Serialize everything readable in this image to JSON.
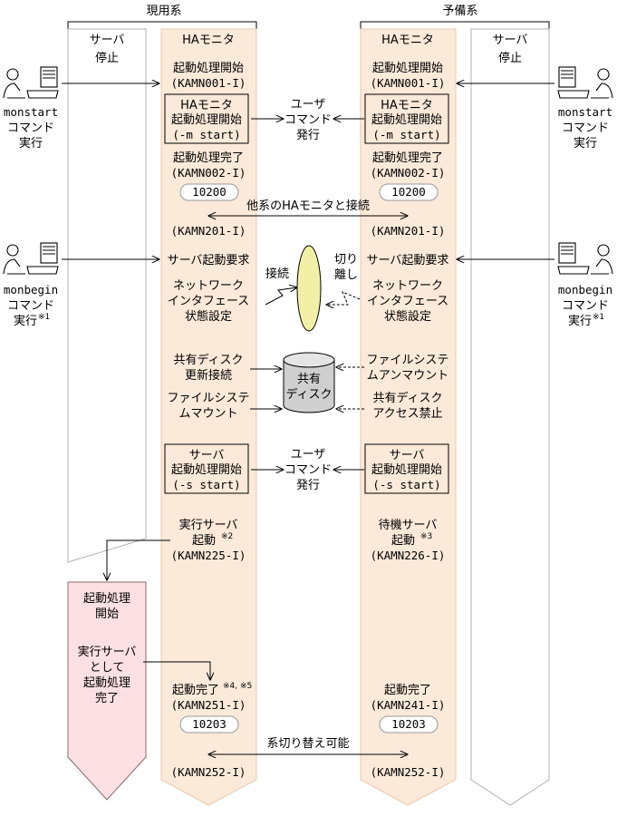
{
  "groups": {
    "active": "現用系",
    "standby": "予備系"
  },
  "columns": {
    "server": "サーバ",
    "monitor": "HAモニタ"
  },
  "server_stopped": "停止",
  "operators": {
    "monstart_cmd": "monstart",
    "monbegin_cmd": "monbegin",
    "command": "コマンド",
    "exec": "実行",
    "note1": "※1"
  },
  "active_monitor": {
    "start_begin": "起動処理開始",
    "kamn001": "(KAMN001-I)",
    "box1_line1": "HAモニタ",
    "box1_line2": "起動処理開始",
    "box1_line3": "(-m start)",
    "start_done": "起動処理完了",
    "kamn002": "(KAMN002-I)",
    "code1": "10200",
    "kamn201": "(KAMN201-I)",
    "server_start_req": "サーバ起動要求",
    "net_line1": "ネットワーク",
    "net_line2": "インタフェース",
    "net_line3": "状態設定",
    "disk1_line1": "共有ディスク",
    "disk1_line2": "更新接続",
    "fs_line1": "ファイルシステ",
    "fs_line2": "ムマウント",
    "box2_line1": "サーバ",
    "box2_line2": "起動処理開始",
    "box2_line3": "(-s start)",
    "exec_server_line1": "実行サーバ",
    "exec_server_line2": "起動",
    "note2": "※2",
    "kamn225": "(KAMN225-I)",
    "boot_done": "起動完了",
    "note45": "※4, ※5",
    "kamn251": "(KAMN251-I)",
    "code2": "10203",
    "kamn252": "(KAMN252-I)"
  },
  "standby_monitor": {
    "start_begin": "起動処理開始",
    "kamn001": "(KAMN001-I)",
    "box1_line1": "HAモニタ",
    "box1_line2": "起動処理開始",
    "box1_line3": "(-m start)",
    "start_done": "起動処理完了",
    "kamn002": "(KAMN002-I)",
    "code1": "10200",
    "kamn201": "(KAMN201-I)",
    "server_start_req": "サーバ起動要求",
    "net_line1": "ネットワーク",
    "net_line2": "インタフェース",
    "net_line3": "状態設定",
    "fs_line1": "ファイルシステ",
    "fs_line2": "ムアンマウント",
    "disk_line1": "共有ディスク",
    "disk_line2": "アクセス禁止",
    "box2_line1": "サーバ",
    "box2_line2": "起動処理開始",
    "box2_line3": "(-s start)",
    "wait_server_line1": "待機サーバ",
    "wait_server_line2": "起動",
    "note3": "※3",
    "kamn226": "(KAMN226-I)",
    "boot_done": "起動完了",
    "kamn241": "(KAMN241-I)",
    "code2": "10203",
    "kamn252": "(KAMN252-I)"
  },
  "center": {
    "user_line1": "ユーザ",
    "user_line2": "コマンド",
    "user_line3": "発行",
    "connect_other": "他系のHAモニタと接続",
    "connect": "接続",
    "detach_line1": "切り",
    "detach_line2": "離し",
    "disk_line1": "共有",
    "disk_line2": "ディスク",
    "switchable": "系切り替え可能"
  },
  "active_server": {
    "line1": "起動処理",
    "line2": "開始",
    "line3": "実行サーバ",
    "line4": "として",
    "line5": "起動処理",
    "line6": "完了"
  },
  "colors": {
    "monitor_fill": "#fbe9d9",
    "active_server_fill": "#fde0e3",
    "ellipse_fill": "#f2f0a6",
    "disk_fill": "#cfcfcf"
  }
}
